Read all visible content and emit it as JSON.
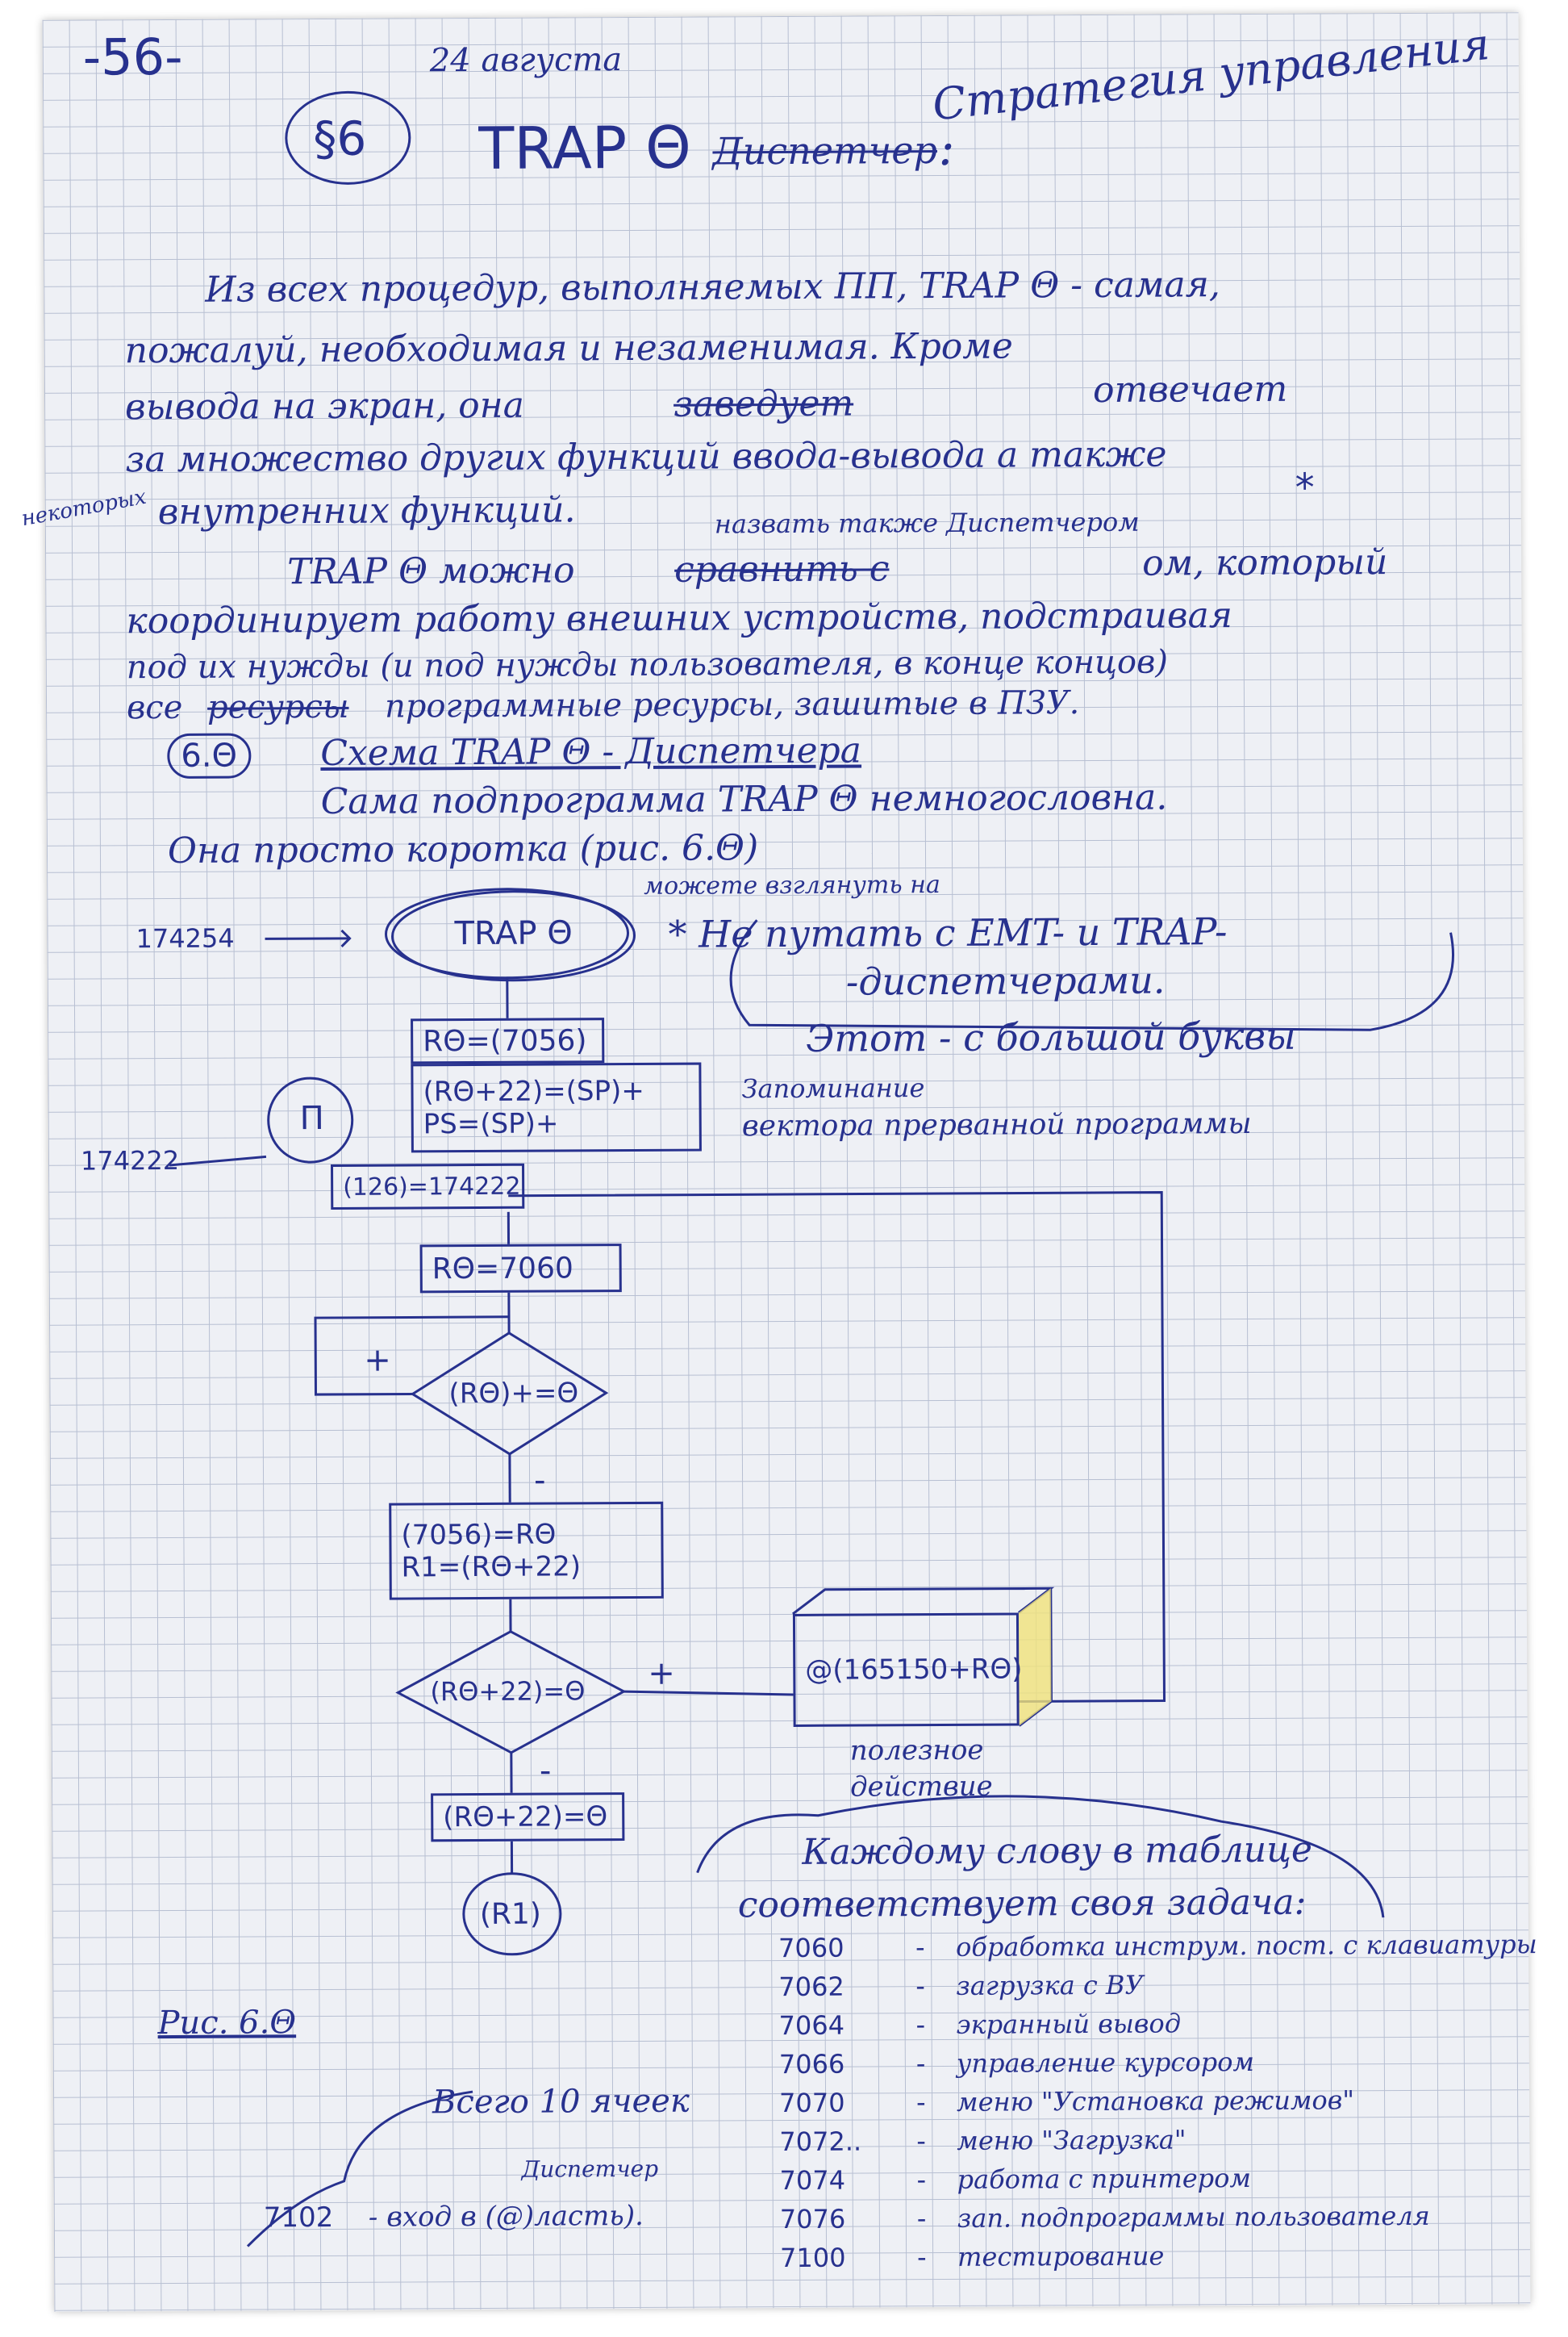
{
  "page": {
    "page_number": "-56-",
    "date": "24 августа",
    "section": "§6",
    "title": "TRAP Θ",
    "title_crossed": "Диспетчер",
    "title_colon": ":",
    "header_right": "Стратегия управления"
  },
  "body": {
    "p1_l1": "Из всех процедур, выполняемых ПП, TRAP Θ - самая,",
    "p1_l2": "пожалуй, необходимая и незаменимая. Кроме",
    "p1_l3_a": "вывода на экран, она",
    "p1_l3_crossed": "заведует",
    "p1_l3_b": "отвечает",
    "p1_l4": "за множество других функций ввода-вывода а также",
    "margin_note": "некоторых",
    "p1_l5": "внутренних функций.",
    "insert_above": "назвать также Диспетчером",
    "asterisk": "*",
    "p2_l1_a": "TRAP Θ можно",
    "p2_l1_crossed": "сравнить с",
    "p2_l1_b": "ом, который",
    "p2_l2": "координирует работу внешних устройств, подстраивая",
    "p2_l3": "под их нужды (и под нужды пользователя, в конце концов)",
    "p2_l4_a": "все",
    "p2_l4_crossed": "ресурсы",
    "p2_l4_b": "программные ресурсы, зашитые в ПЗУ.",
    "scheme_num": "6.Θ",
    "scheme_title": "Схема TRAP Θ - Диспетчера",
    "p3_l1": "Сама подпрограмма TRAP Θ немногословна.",
    "p3_l2": "Она просто коротка (рис. 6.Θ)",
    "p3_note": "можете взглянуть на",
    "note_box_l1": "* Не путать с EMT- и TRAP-",
    "note_box_l2": "-диспетчерами.",
    "note_box_l3": "Этот - с большой буквы"
  },
  "flowchart": {
    "addr_top": "174254",
    "addr_mid": "174222",
    "start": "TRAP Θ",
    "box1": "RΘ=(7056)",
    "box2_l1": "(RΘ+22)=(SP)+",
    "box2_l2": "PS=(SP)+",
    "box3": "(126)=174222",
    "connector_mark": "П",
    "comment_l1": "Запоминание",
    "comment_l2": "вектора прерванной программы",
    "box4": "RΘ=7060",
    "diamond1": "(RΘ)+=Θ",
    "plus1": "+",
    "minus1": "-",
    "box5_l1": "(7056)=RΘ",
    "box5_l2": "R1=(RΘ+22)",
    "diamond2": "(RΘ+22)=Θ",
    "plus2": "+",
    "minus2": "-",
    "useful_box": "@(165150+RΘ)",
    "useful_l1": "полезное",
    "useful_l2": "действие",
    "box6": "(RΘ+22)=Θ",
    "end": "(R1)",
    "fig_label": "Рис. 6.Θ"
  },
  "table_note": {
    "heading_l1": "Каждому слову в таблице",
    "heading_l2": "соответствует своя задача:",
    "rows": [
      {
        "addr": "7060",
        "dash": "-",
        "task": "обработка инструм. пост. с клавиатуры"
      },
      {
        "addr": "7062",
        "dash": "-",
        "task": "загрузка с ВУ"
      },
      {
        "addr": "7064",
        "dash": "-",
        "task": "экранный вывод"
      },
      {
        "addr": "7066",
        "dash": "-",
        "task": "управление курсором"
      },
      {
        "addr": "7070",
        "dash": "-",
        "task": "меню \"Установка режимов\""
      },
      {
        "addr": "7072..",
        "dash": "-",
        "task": "меню \"Загрузка\""
      },
      {
        "addr": "7074",
        "dash": "-",
        "task": "работа с принтером"
      },
      {
        "addr": "7076",
        "dash": "-",
        "task": "зап. подпрограммы пользователя"
      },
      {
        "addr": "7100",
        "dash": "-",
        "task": "тестирование"
      }
    ],
    "cells_note": "Всего 10 ячеек",
    "bottom_addr": "7102",
    "bottom_word": "Диспетчер",
    "bottom_text": "- вход в (@)ласть)."
  },
  "colors": {
    "ink": "#27318e",
    "paper": "#eef0f5",
    "grid": "#b7bfd2",
    "highlight": "#f0e27a"
  }
}
